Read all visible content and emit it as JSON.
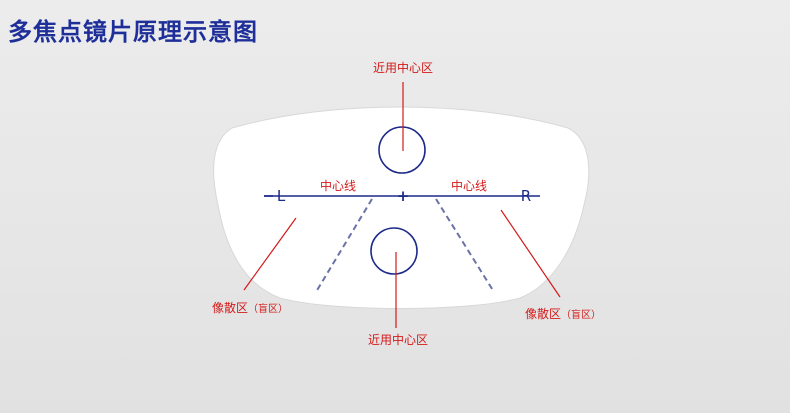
{
  "title": "多焦点镜片原理示意图",
  "labels": {
    "near_zone_top": "近用中心区",
    "near_zone_bottom": "近用中心区",
    "center_line_left": "中心线",
    "center_line_right": "中心线",
    "left_marker": "L",
    "right_marker": "R",
    "center_mark": "+",
    "distortion_left_main": "像散区",
    "distortion_left_sub": "（盲区）",
    "distortion_right_main": "像散区",
    "distortion_right_sub": "（盲区）"
  },
  "colors": {
    "title": "#1f2f9a",
    "label_red": "#d31a1a",
    "line_blue": "#1c2a8a",
    "dashed_blue": "#6a72a8",
    "lens_fill": "#ffffff",
    "background": "#e6e6e6"
  }
}
